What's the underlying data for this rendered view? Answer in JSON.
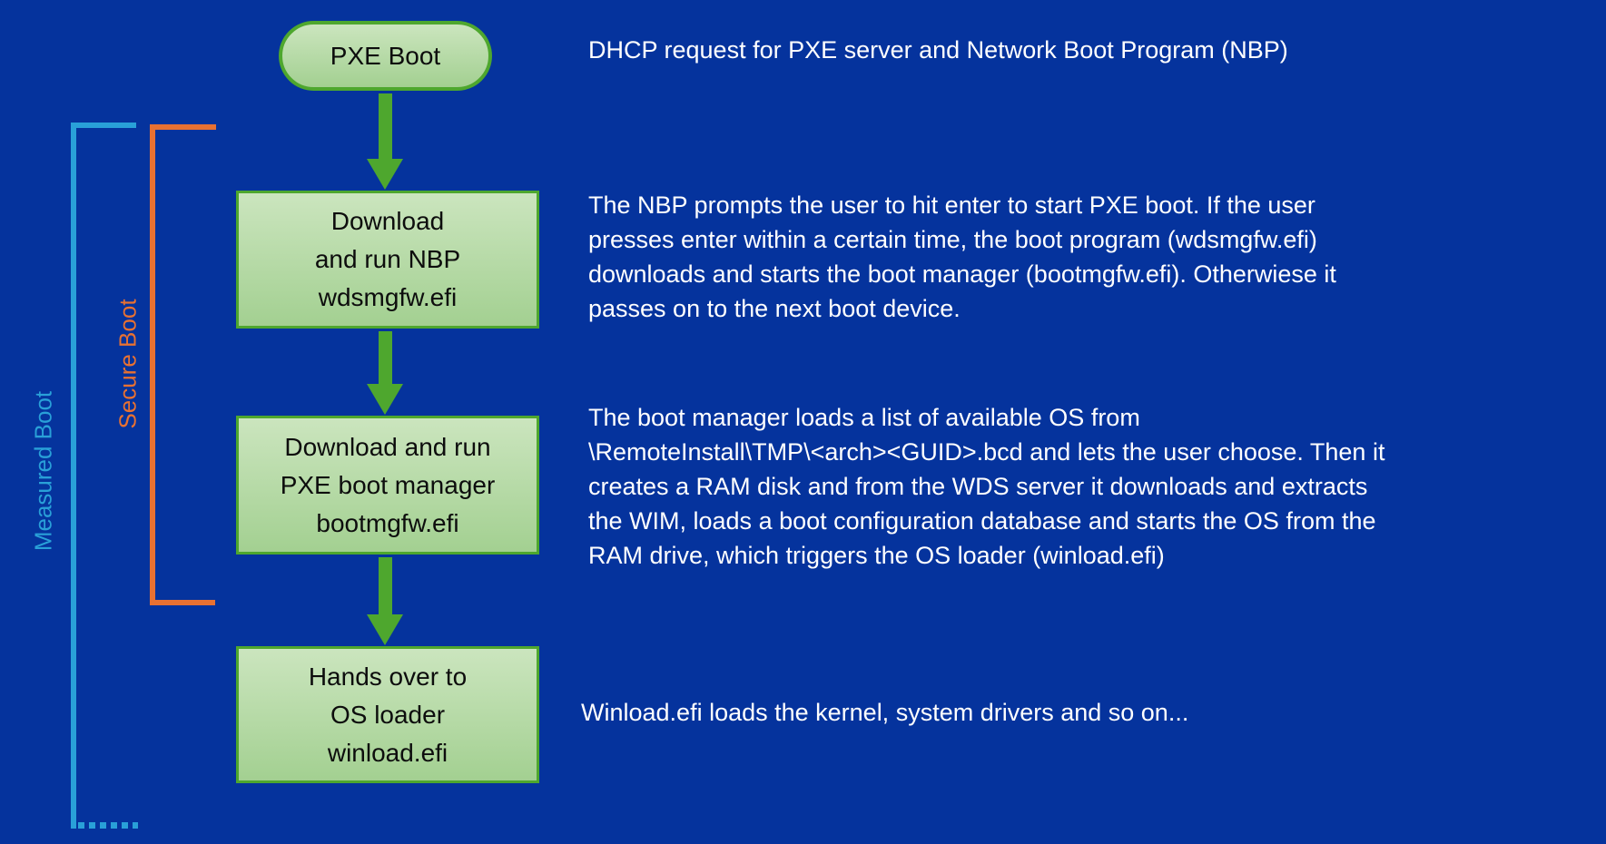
{
  "colors": {
    "background": "#05339d",
    "box_border": "#4ea72e",
    "box_fill_top": "#cbe5be",
    "box_fill_bottom": "#a3d091",
    "arrow_green": "#4ea72e",
    "secure_orange": "#e87132",
    "measured_blue": "#29a0d8",
    "text_white": "#ffffff",
    "text_black": "#0d0d0d"
  },
  "flowchart": {
    "start": {
      "label": "PXE Boot"
    },
    "nodes": [
      {
        "lines": [
          "Download",
          "and run NBP",
          "wdsmgfw.efi"
        ]
      },
      {
        "lines": [
          "Download and run",
          "PXE boot manager",
          "bootmgfw.efi"
        ]
      },
      {
        "lines": [
          "Hands over to",
          "OS loader",
          "winload.efi"
        ]
      }
    ],
    "brackets": [
      {
        "label": "Measured Boot",
        "color": "#29a0d8"
      },
      {
        "label": "Secure Boot",
        "color": "#e87132"
      }
    ]
  },
  "annotations": [
    {
      "lines": [
        "DHCP request for PXE server and Network Boot Program (NBP)"
      ]
    },
    {
      "lines": [
        "The NBP prompts the user to hit enter to start PXE boot. If the user",
        "presses enter within a certain time, the boot program (wdsmgfw.efi)",
        "downloads and starts the boot manager (bootmgfw.efi). Otherwiese it",
        "passes on to the next boot device."
      ]
    },
    {
      "lines": [
        "The boot manager loads a list of available OS from",
        "\\RemoteInstall\\TMP\\<arch><GUID>.bcd and lets the user choose. Then it",
        "creates a RAM disk and from the WDS server it downloads and extracts",
        "the WIM, loads a boot configuration database and starts the OS from the",
        "RAM drive, which triggers the OS loader (winload.efi)"
      ]
    },
    {
      "lines": [
        "Winload.efi loads the kernel, system drivers and so on..."
      ]
    }
  ]
}
